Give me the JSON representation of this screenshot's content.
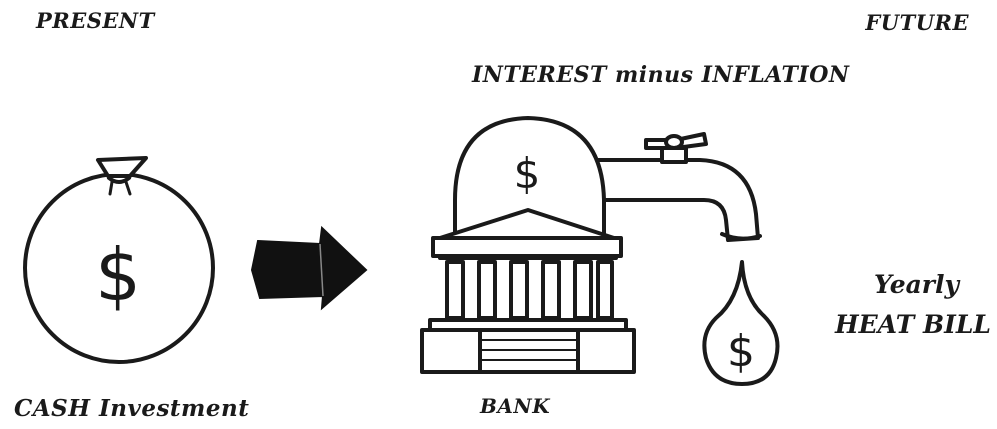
{
  "labels": {
    "present": "PRESENT",
    "future": "FUTURE",
    "interest": "INTEREST minus INFLATION",
    "cash": "CASH Investment",
    "bank": "BANK",
    "yearly": "Yearly",
    "heat_bill": "HEAT BILL"
  },
  "symbols": {
    "bag": "$",
    "dome": "$",
    "drop": "$"
  },
  "icons": [
    "money-bag-icon",
    "arrow-right-icon",
    "bank-building-icon",
    "faucet-icon",
    "water-drop-icon"
  ]
}
